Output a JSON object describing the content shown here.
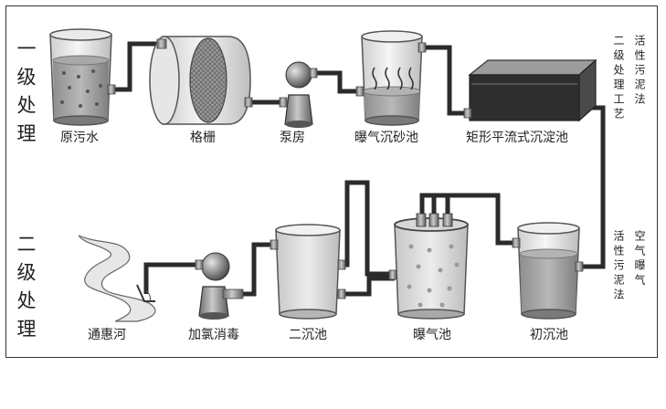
{
  "stages": {
    "primary": "一级处理",
    "secondary": "二级处理"
  },
  "side_labels": {
    "sludge_top_a": "活性污泥法",
    "secondary_process": "二级处理工艺",
    "sludge_bottom_a": "活性污泥法",
    "air_aeration": "空气曝气"
  },
  "units": {
    "raw_water": "原污水",
    "grille": "格栅",
    "pump_house": "泵房",
    "aerated_grit": "曝气沉砂池",
    "rect_sedimentation": "矩形平流式沉淀池",
    "primary_clarifier": "初沉池",
    "aeration_tank": "曝气池",
    "secondary_clarifier": "二沉池",
    "chlorination": "加氯消毒",
    "river": "通惠河"
  },
  "colors": {
    "pipe": "#2b2b2b",
    "outline": "#555555",
    "water_dark": "#8a8a8a",
    "water_light": "#d4d4d4"
  }
}
